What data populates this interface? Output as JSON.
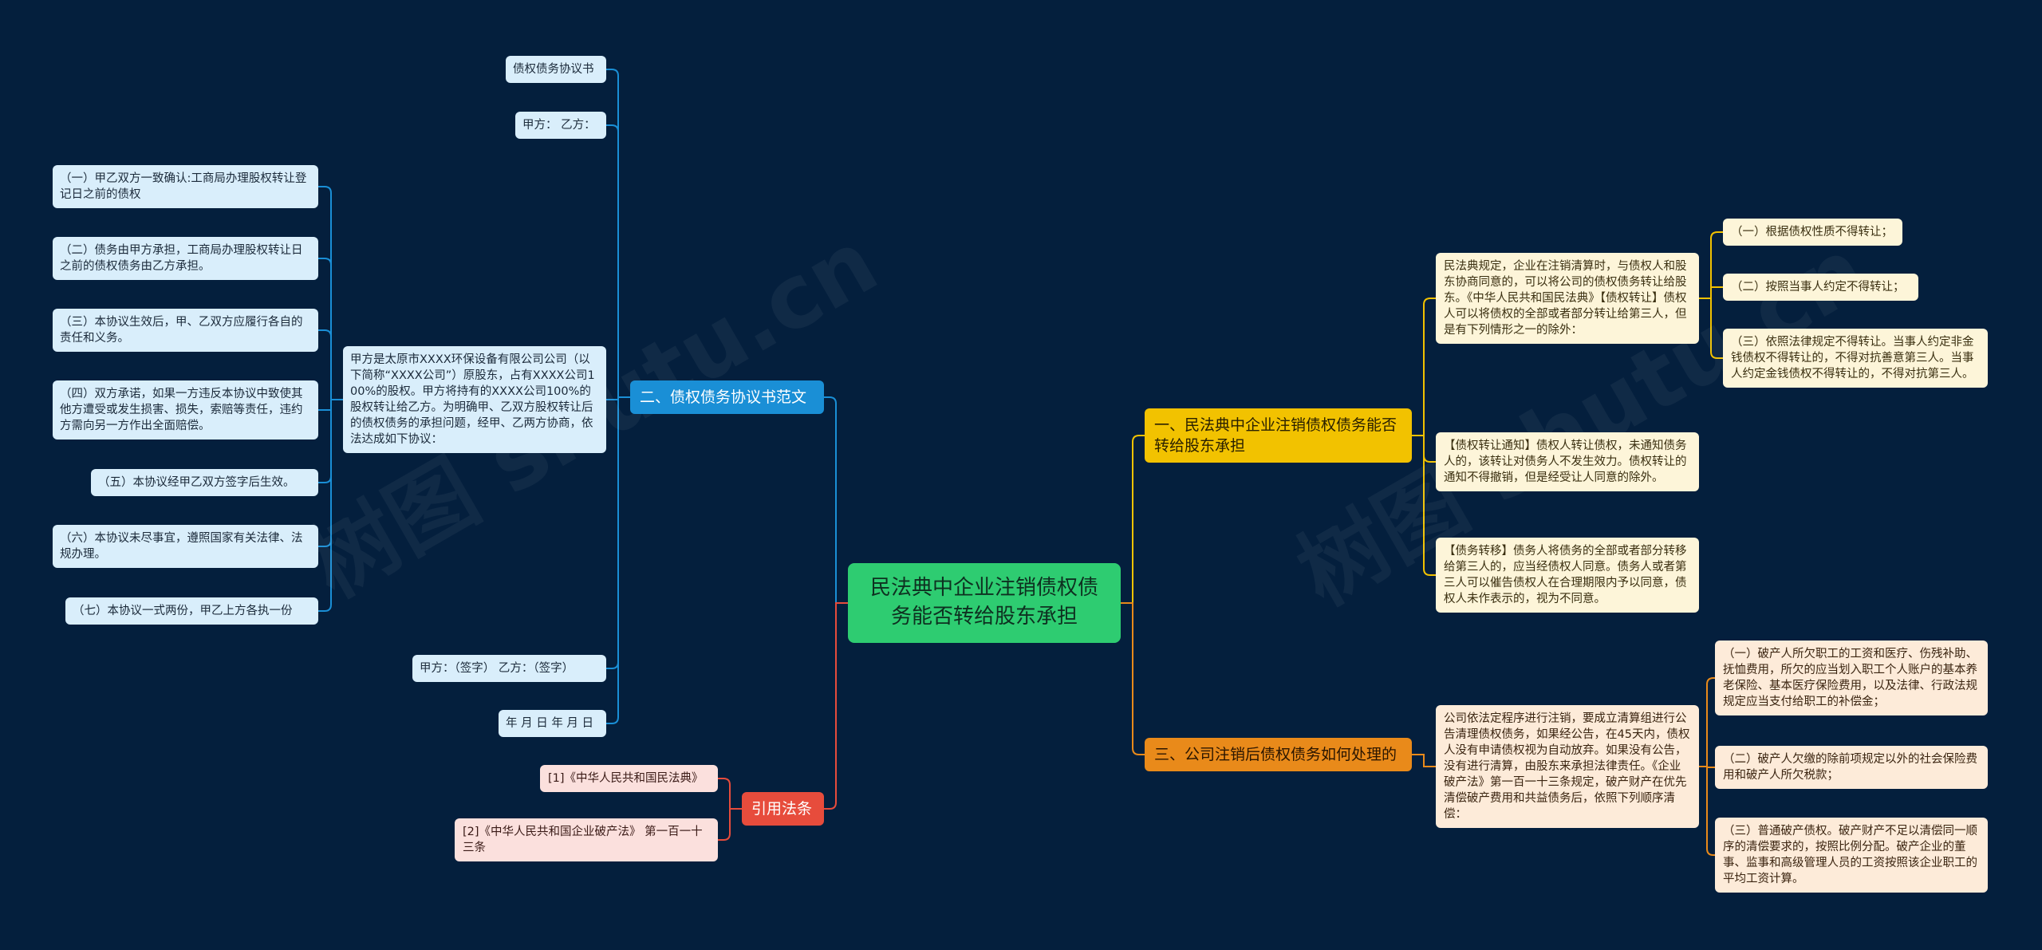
{
  "center": "民法典中企业注销债权债务能否转给股东承担",
  "branches": {
    "b1": {
      "label": "一、民法典中企业注销债权债务能否转给股东承担",
      "children": [
        "民法典规定，企业在注销清算时，与债权人和股东协商同意的，可以将公司的债权债务转让给股东。《中华人民共和国民法典》【债权转让】债权人可以将债权的全部或者部分转让给第三人，但是有下列情形之一的除外：",
        "【债权转让通知】债权人转让债权，未通知债务人的，该转让对债务人不发生效力。债权转让的通知不得撤销，但是经受让人同意的除外。",
        "【债务转移】债务人将债务的全部或者部分转移给第三人的，应当经债权人同意。债务人或者第三人可以催告债权人在合理期限内予以同意，债权人未作表示的，视为不同意。"
      ],
      "sub": [
        "（一）根据债权性质不得转让；",
        "（二）按照当事人约定不得转让；",
        "（三）依照法律规定不得转让。当事人约定非金钱债权不得转让的，不得对抗善意第三人。当事人约定金钱债权不得转让的，不得对抗第三人。"
      ]
    },
    "b2": {
      "label": "二、债权债务协议书范文",
      "children": [
        "债权债务协议书",
        "甲方： 乙方：",
        "甲方是太原市XXXX环保设备有限公司公司（以下简称“XXXX公司”）原股东，占有XXXX公司100%的股权。甲方将持有的XXXX公司100%的股权转让给乙方。为明确甲、乙双方股权转让后的债权债务的承担问题，经甲、乙两方协商，依法达成如下协议：",
        "甲方：（签字） 乙方：（签字）",
        "年 月 日 年 月 日"
      ],
      "sub": [
        "（一）甲乙双方一致确认:工商局办理股权转让登记日之前的债权",
        "（二）债务由甲方承担，工商局办理股权转让日之前的债权债务由乙方承担。",
        "（三）本协议生效后，甲、乙双方应履行各自的责任和义务。",
        "（四）双方承诺，如果一方违反本协议中致使其他方遭受或发生损害、损失，索赔等责任，违约方需向另一方作出全面赔偿。",
        "（五）本协议经甲乙双方签字后生效。",
        "（六）本协议未尽事宜，遵照国家有关法律、法规办理。",
        "（七）本协议一式两份，甲乙上方各执一份"
      ]
    },
    "b3": {
      "label": "三、公司注销后债权债务如何处理的",
      "children": [
        "公司依法定程序进行注销，要成立清算组进行公告清理债权债务，如果经公告，在45天内，债权人没有申请债权视为自动放弃。如果没有公告，没有进行清算，由股东来承担法律责任。《企业破产法》第一百一十三条规定，破产财产在优先清偿破产费用和共益债务后，依照下列顺序清偿："
      ],
      "sub": [
        "（一）破产人所欠职工的工资和医疗、伤残补助、抚恤费用，所欠的应当划入职工个人账户的基本养老保险、基本医疗保险费用，以及法律、行政法规规定应当支付给职工的补偿金；",
        "（二）破产人欠缴的除前项规定以外的社会保险费用和破产人所欠税款；",
        "（三）普通破产债权。破产财产不足以清偿同一顺序的清偿要求的，按照比例分配。破产企业的董事、监事和高级管理人员的工资按照该企业职工的平均工资计算。"
      ]
    },
    "b4": {
      "label": "引用法条",
      "children": [
        "[1]《中华人民共和国民法典》",
        "[2]《中华人民共和国企业破产法》 第一百一十三条"
      ]
    }
  },
  "watermark": [
    "树图 shutu.cn",
    "树图 shutu.cn"
  ],
  "colors": {
    "background": "#041f3d",
    "center": "#2ecc71",
    "blue": "#1a8fd6",
    "yellow": "#f2c200",
    "orange": "#e98a1a",
    "red": "#e74c3c"
  }
}
